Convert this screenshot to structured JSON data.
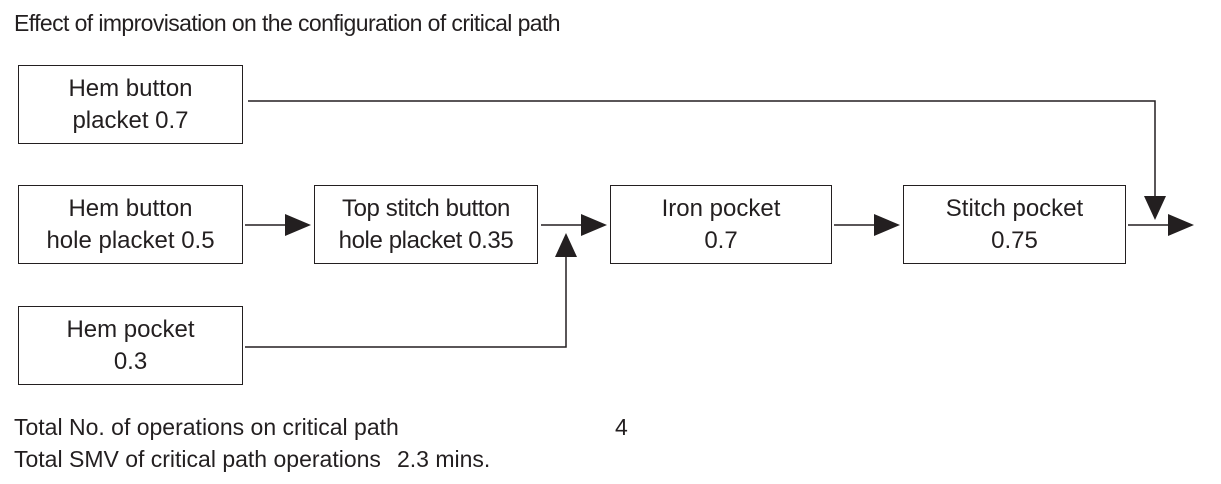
{
  "title": "Effect of improvisation on the configuration of critical path",
  "nodes": {
    "hem_button_placket": {
      "line1": "Hem button",
      "line2": "placket 0.7"
    },
    "hem_button_hole_placket": {
      "line1": "Hem button",
      "line2": "hole placket 0.5"
    },
    "top_stitch_button_hole_placket": {
      "line1": "Top stitch button",
      "line2": "hole placket 0.35"
    },
    "iron_pocket": {
      "line1": "Iron pocket",
      "line2": "0.7"
    },
    "stitch_pocket": {
      "line1": "Stitch pocket",
      "line2": "0.75"
    },
    "hem_pocket": {
      "line1": "Hem pocket",
      "line2": "0.3"
    }
  },
  "edges": [
    {
      "from": "hem_button_hole_placket",
      "to": "top_stitch_button_hole_placket"
    },
    {
      "from": "top_stitch_button_hole_placket",
      "to": "iron_pocket"
    },
    {
      "from": "hem_pocket",
      "to": "iron_pocket"
    },
    {
      "from": "iron_pocket",
      "to": "stitch_pocket"
    },
    {
      "from": "hem_button_placket",
      "to": "end"
    },
    {
      "from": "stitch_pocket",
      "to": "end"
    }
  ],
  "summary": {
    "operations_label": "Total No. of operations on critical path",
    "operations_value": "4",
    "smv_label": "Total SMV of critical path operations",
    "smv_value": "2.3 mins."
  },
  "colors": {
    "stroke": "#231f20",
    "text": "#231f20",
    "background": "#ffffff"
  }
}
